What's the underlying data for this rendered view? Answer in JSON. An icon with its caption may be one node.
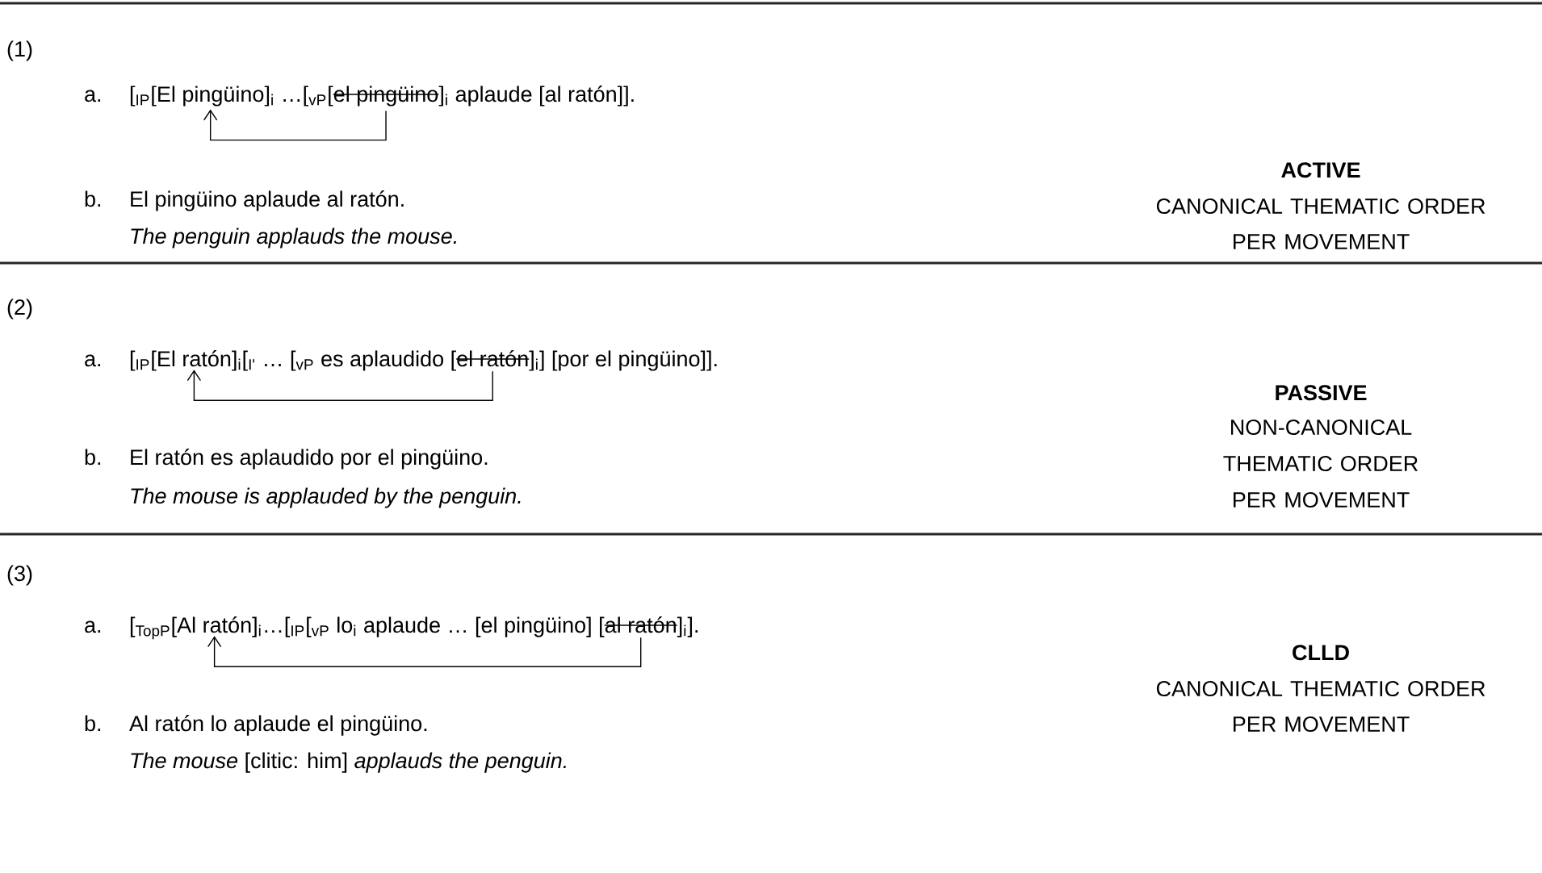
{
  "diagram": {
    "nodes": [
      {
        "text": [
          "El pingüino"
        ]
      },
      {
        "text": [
          "el pingüino"
        ]
      },
      {
        "text": [
          "El ratón"
        ]
      },
      {
        "text": [
          "el ratón"
        ]
      },
      {
        "text": [
          "Al ratón"
        ]
      },
      {
        "text": [
          "al ratón"
        ]
      }
    ],
    "edges": [
      {
        "from": 1,
        "to": 0,
        "arrow": "to"
      },
      {
        "from": 3,
        "to": 2,
        "arrow": "to"
      },
      {
        "from": 5,
        "to": 4,
        "arrow": "to"
      }
    ],
    "labels": [
      "(1)",
      "a.",
      "[$_{IP}$[",
      "]$_{i}$ …[$_{vP}$[",
      "]$_{i}$ aplaude [al ratón]].",
      "b.",
      "El pingüino aplaude al ratón.",
      "The penguin applauds the mouse.",
      "ACTIVE",
      "CANONICAL THEMATIC ORDER",
      "PER MOVEMENT",
      "(2)",
      "a.",
      "[$_{IP}$[",
      "]$_{i}$[$_{I'}$ … [$_{vP}$ es aplaudido [",
      "]$_{i}$] [por el pingüino]].",
      "b.",
      "El ratón es aplaudido por el pingüino.",
      "The mouse is applauded by the penguin.",
      "PASSIVE",
      "NON-CANONICAL THEMATIC ORDER",
      "PER MOVEMENT",
      "(3)",
      "a.",
      "[$_{TopP}$[",
      "]$_{i}$…[$_{IP}$[$_{vP}$ lo$_{i}$ aplaude … [el pingüino] [",
      "]$_{i}$].",
      "b.",
      "Al ratón lo aplaude el pingüino.",
      "*The mouse* [clitic: him] *applauds the penguin.*",
      "CLLD",
      "CANONICAL THEMATIC ORDER",
      "PER MOVEMENT"
    ]
  }
}
